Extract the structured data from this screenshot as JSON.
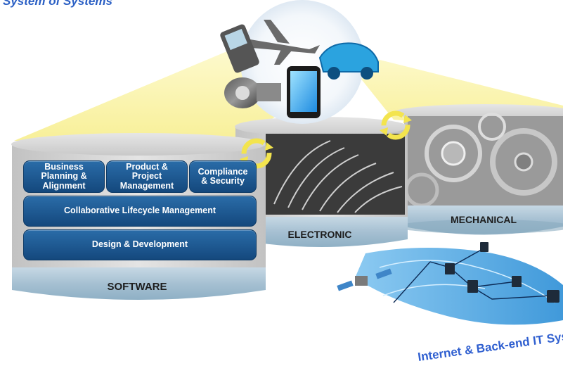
{
  "header": {
    "title": "System of Systems"
  },
  "software": {
    "boxes": [
      {
        "label": "Business Planning & Alignment"
      },
      {
        "label": "Product & Project Management"
      },
      {
        "label": "Compliance & Security"
      }
    ],
    "lifecycle": "Collaborative Lifecycle Management",
    "design": "Design & Development",
    "label": "SOFTWARE"
  },
  "electronic": {
    "label": "ELECTRONIC"
  },
  "mechanical": {
    "label": "MECHANICAL"
  },
  "internet": {
    "label": "Internet & Back-end IT Systems"
  },
  "colors": {
    "box_blue": "#1c5a96",
    "cylinder_band": "#a9c3d5",
    "beam_yellow": "#fbf6b5",
    "internet_blue": "#2f5fd0",
    "sync_arrow": "#f2e04a"
  },
  "icons": [
    "smartphone-icon",
    "airplane-icon",
    "car-icon",
    "engine-icon",
    "sync-arrows-icon",
    "server-icon",
    "globe-network-icon",
    "satellite-icon"
  ]
}
